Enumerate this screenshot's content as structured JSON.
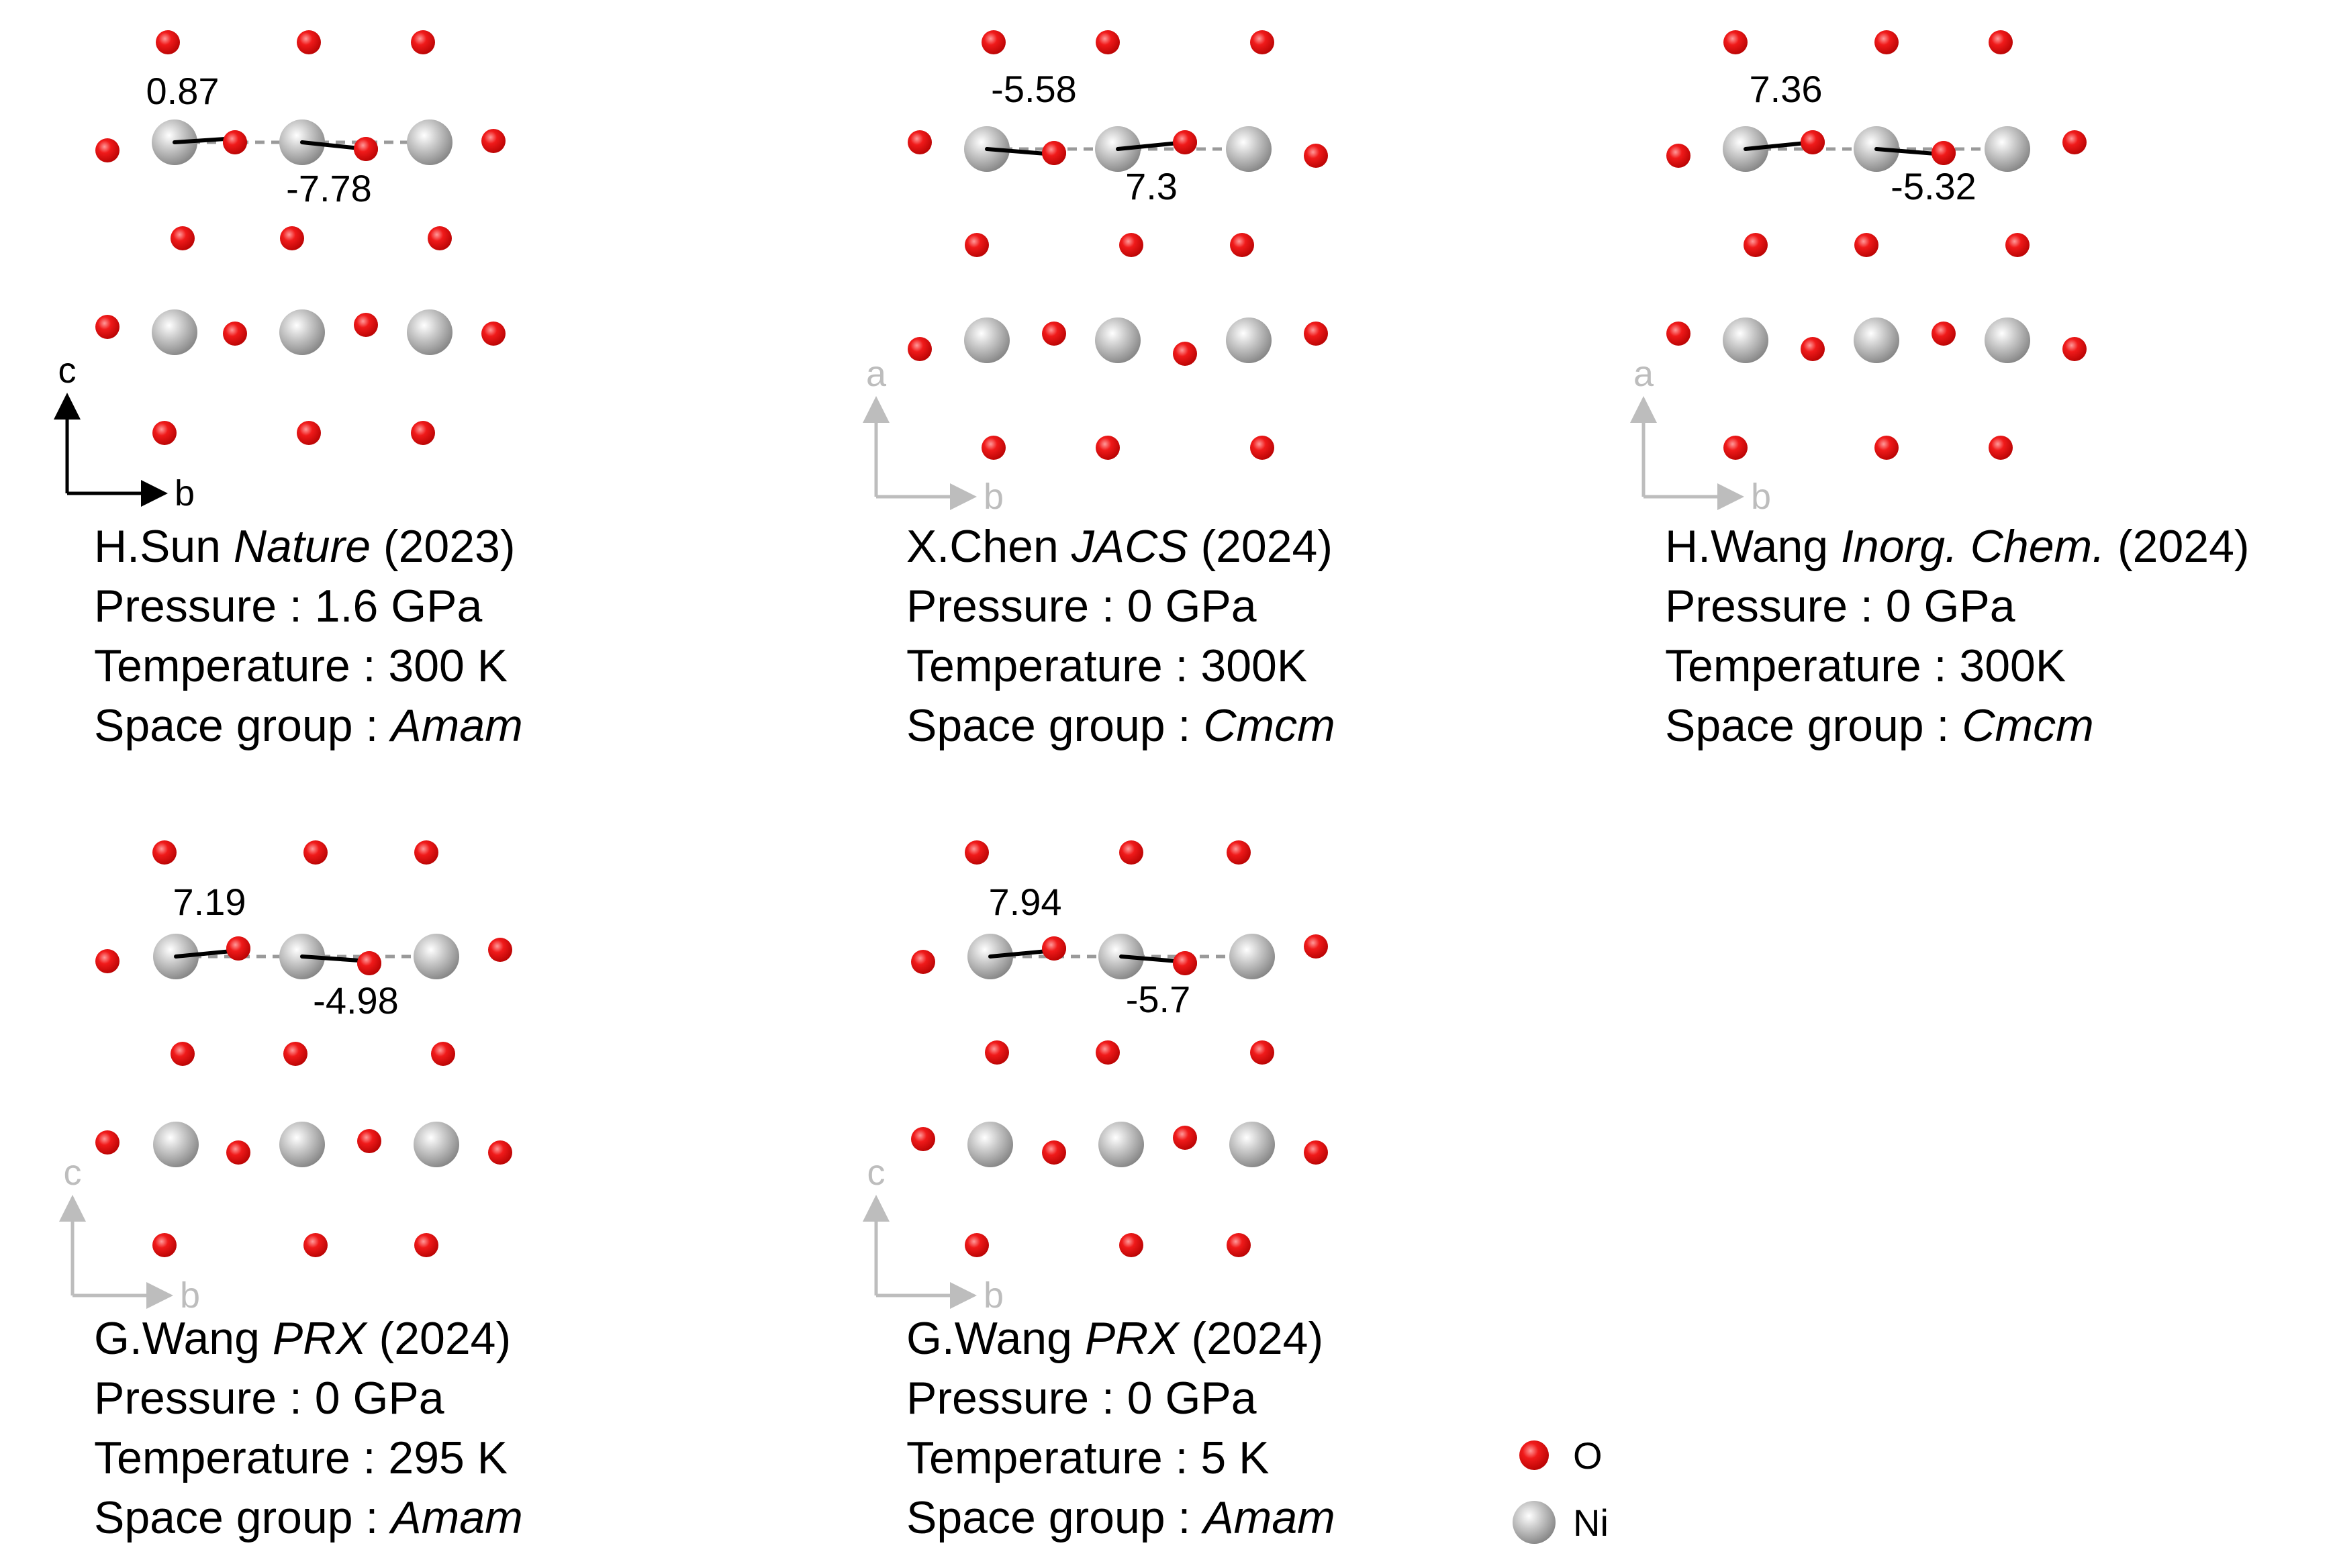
{
  "panels": [
    {
      "author": "H.Sun",
      "journal": "Nature",
      "year": "(2023)",
      "pressure_label": "Pressure : ",
      "pressure": "1.6 GPa",
      "temperature_label": "Temperature : ",
      "temperature": "300 K",
      "space_group_label": "Space group : ",
      "space_group": "Amam",
      "tilt_left": "0.87",
      "tilt_right": "-7.78",
      "axis_vertical": "c",
      "axis_horizontal": "b",
      "axis_color": "#000000"
    },
    {
      "author": "X.Chen",
      "journal": "JACS",
      "year": "(2024)",
      "pressure_label": "Pressure : ",
      "pressure": "0 GPa",
      "temperature_label": "Temperature : ",
      "temperature": "300K",
      "space_group_label": "Space group : ",
      "space_group": "Cmcm",
      "tilt_left": "-5.58",
      "tilt_right": "7.3",
      "axis_vertical": "a",
      "axis_horizontal": "b",
      "axis_color": "#bdbdbd"
    },
    {
      "author": "H.Wang",
      "journal": "Inorg. Chem.",
      "year": "(2024)",
      "pressure_label": "Pressure : ",
      "pressure": "0 GPa",
      "temperature_label": "Temperature : ",
      "temperature": "300K",
      "space_group_label": "Space group : ",
      "space_group": "Cmcm",
      "tilt_left": "7.36",
      "tilt_right": "-5.32",
      "axis_vertical": "a",
      "axis_horizontal": "b",
      "axis_color": "#bdbdbd"
    },
    {
      "author": "G.Wang",
      "journal": "PRX",
      "year": "(2024)",
      "pressure_label": "Pressure : ",
      "pressure": "0 GPa",
      "temperature_label": "Temperature : ",
      "temperature": "295 K",
      "space_group_label": "Space group : ",
      "space_group": "Amam",
      "tilt_left": "7.19",
      "tilt_right": "-4.98",
      "axis_vertical": "c",
      "axis_horizontal": "b",
      "axis_color": "#bdbdbd"
    },
    {
      "author": "G.Wang",
      "journal": "PRX",
      "year": "(2024)",
      "pressure_label": "Pressure : ",
      "pressure": "0 GPa",
      "temperature_label": "Temperature : ",
      "temperature": "5 K",
      "space_group_label": "Space group : ",
      "space_group": "Amam",
      "tilt_left": "7.94",
      "tilt_right": "-5.7",
      "axis_vertical": "c",
      "axis_horizontal": "b",
      "axis_color": "#bdbdbd"
    }
  ],
  "legend": [
    {
      "label": "O",
      "atom": "oxygen",
      "color": "#e00000"
    },
    {
      "label": "Ni",
      "atom": "nickel",
      "color": "#a8a8a8"
    }
  ],
  "colors": {
    "oxygen": "#e00000",
    "nickel": "#a8a8a8",
    "bond": "#000000",
    "reference_line": "#9a9a9a"
  }
}
